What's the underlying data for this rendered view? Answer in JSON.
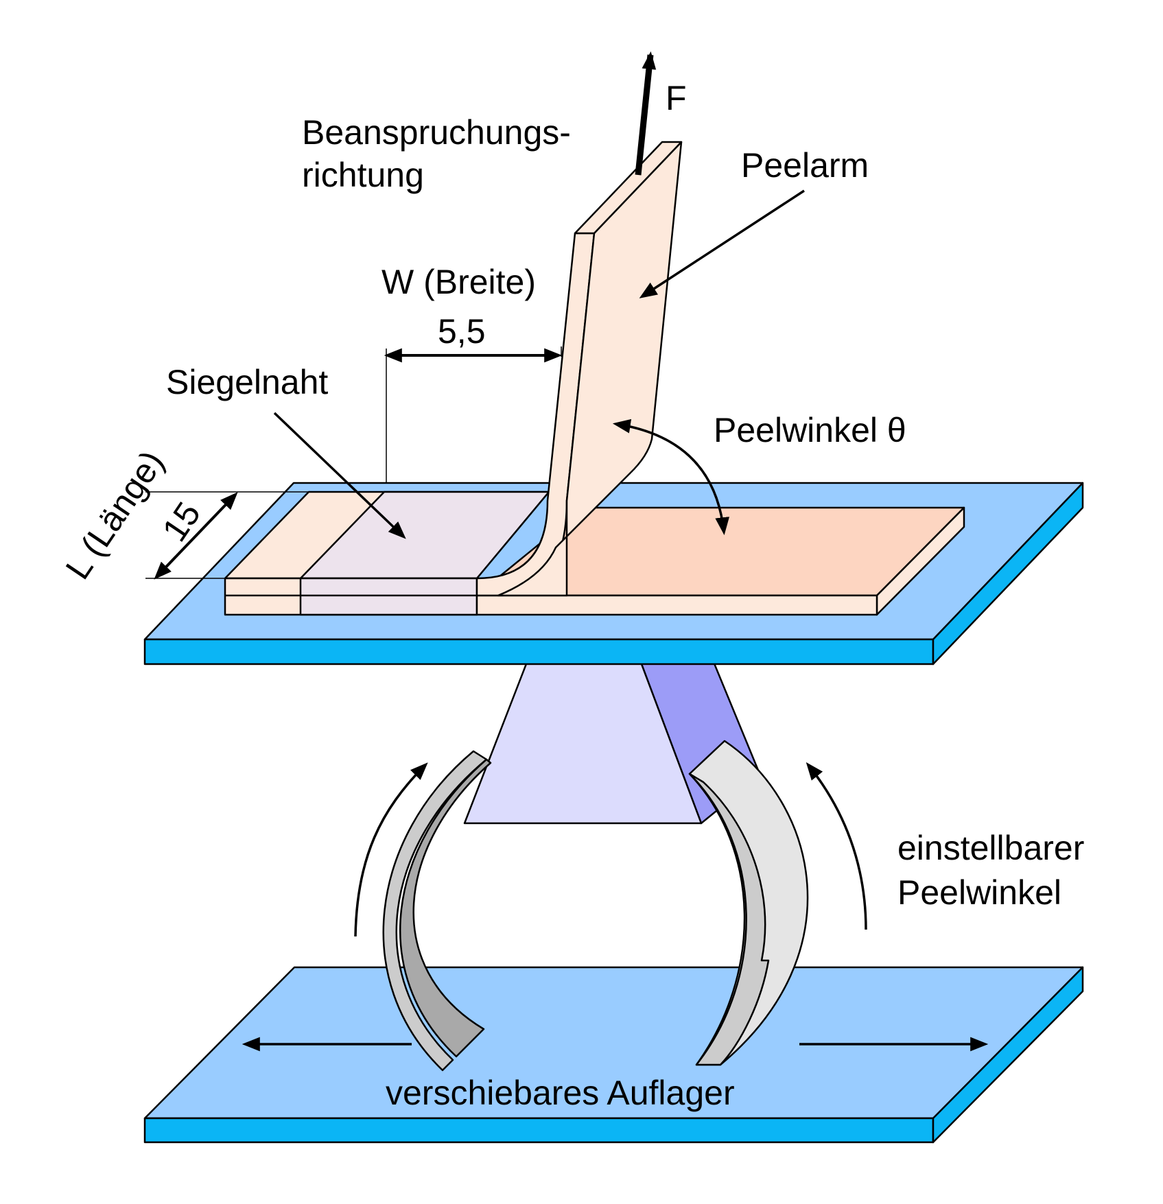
{
  "labels": {
    "force": "F",
    "load_direction_line1": "Beanspruchungs-",
    "load_direction_line2": "richtung",
    "peel_arm": "Peelarm",
    "width": "W (Breite)",
    "width_value": "5,5",
    "seal_seam": "Siegelnaht",
    "peel_angle": "Peelwinkel θ",
    "length": "L (Länge)",
    "length_value": "15",
    "adjustable_line1": "einstellbarer",
    "adjustable_line2": "Peelwinkel",
    "sliding_support": "verschiebares Auflager"
  },
  "colors": {
    "plate_top": "#99ccff",
    "plate_side": "#0bb5f5",
    "strip": "#fde9dc",
    "strip_lower": "#fdd5c1",
    "seal": "#ede3ed",
    "pedestal_front": "#dcdcfd",
    "pedestal_side": "#9c9cf7",
    "arc_light": "#e5e5e5",
    "arc_mid": "#cccccc",
    "arc_dark": "#a9a9a9"
  }
}
